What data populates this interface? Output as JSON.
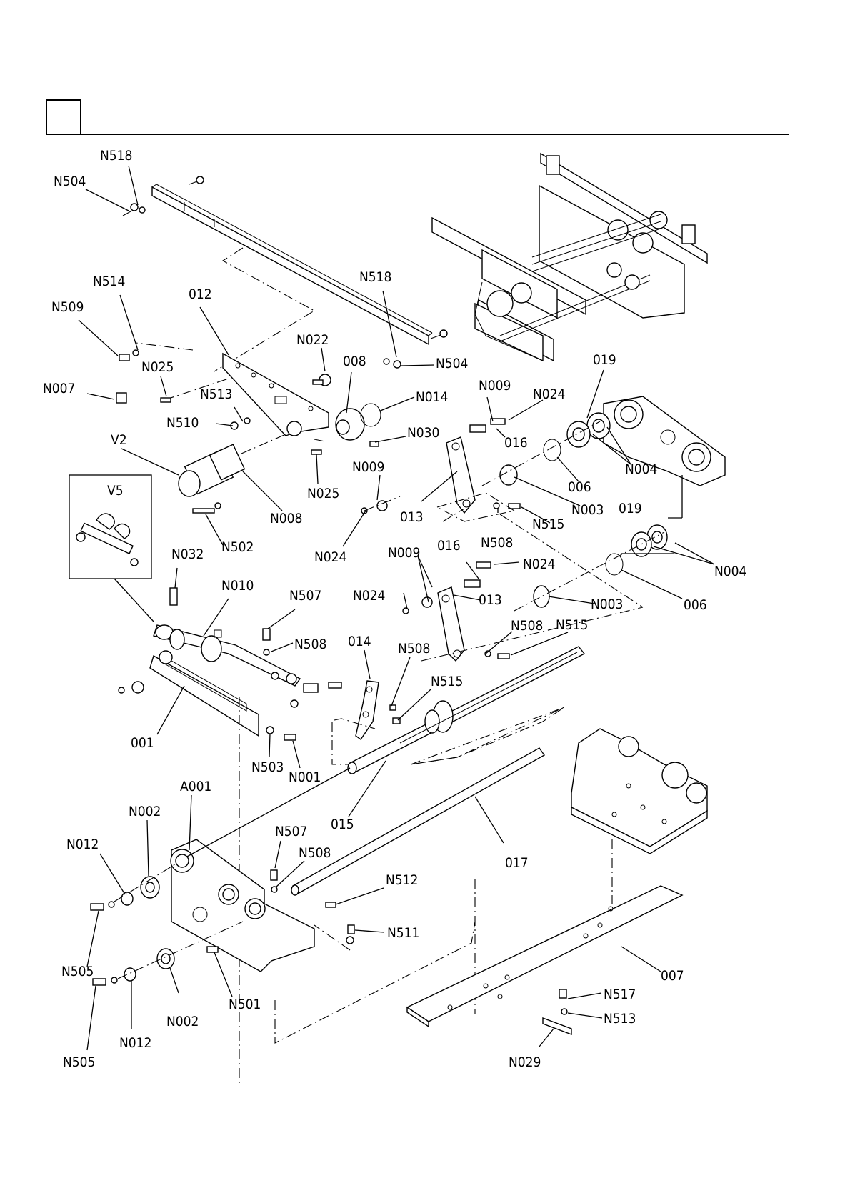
{
  "labels": {
    "N518a": "N518",
    "N504a": "N504",
    "N514": "N514",
    "N509": "N509",
    "L012": "012",
    "N518b": "N518",
    "N504b": "N504",
    "N022": "N022",
    "L008": "008",
    "N025a": "N025",
    "N007": "N007",
    "N513a": "N513",
    "N510": "N510",
    "N014": "N014",
    "N030": "N030",
    "V2": "V2",
    "N025b": "N025",
    "N008": "N008",
    "V5": "V5",
    "N502": "N502",
    "N009a": "N009",
    "N024a": "N024",
    "L016a": "016",
    "L019a": "019",
    "N004a": "N004",
    "L006a": "006",
    "N003a": "N003",
    "N009b": "N009",
    "L013a": "013",
    "N515a": "N515",
    "N508a": "N508",
    "N024b": "N024",
    "N032": "N032",
    "N010": "N010",
    "N507a": "N507",
    "N508b": "N508",
    "L014": "014",
    "N009c": "N009",
    "L016b": "016",
    "N024c": "N024",
    "L019b": "019",
    "N004b": "N004",
    "N024d": "N024",
    "L013b": "013",
    "N003b": "N003",
    "L006b": "006",
    "N508c": "N508",
    "N515b": "N515",
    "N508d": "N508",
    "N515c": "N515",
    "L001": "001",
    "N503": "N503",
    "N001": "N001",
    "A001": "A001",
    "N002a": "N002",
    "N012a": "N012",
    "L015": "015",
    "N507b": "N507",
    "N508e": "N508",
    "L017": "017",
    "N512": "N512",
    "N511": "N511",
    "N505a": "N505",
    "N501": "N501",
    "L007": "007",
    "N517": "N517",
    "N513b": "N513",
    "N002b": "N002",
    "N012b": "N012",
    "N505b": "N505",
    "N029": "N029"
  }
}
